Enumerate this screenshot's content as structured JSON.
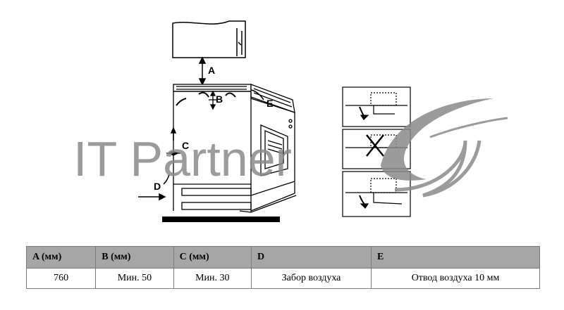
{
  "diagram": {
    "labels": {
      "a": "A",
      "b": "B",
      "c": "C",
      "d": "D",
      "e": "E"
    },
    "watermark": {
      "text": "IT Partner"
    }
  },
  "table": {
    "headers": [
      "A (мм)",
      "B (мм)",
      "C (мм)",
      "D",
      "E"
    ],
    "values": [
      "760",
      "Мин. 50",
      "Мин. 30",
      "Забор воздуха",
      "Отвод воздуха 10 мм"
    ]
  }
}
